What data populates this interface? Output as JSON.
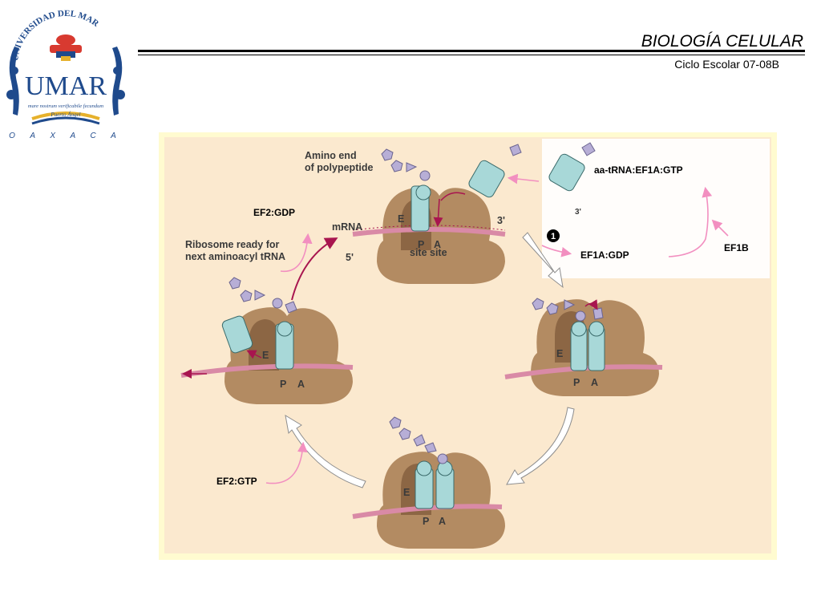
{
  "header": {
    "title": "BIOLOGÍA CELULAR",
    "subtitle": "Ciclo Escolar 07-08B"
  },
  "logo": {
    "arc_text": "UNIVERSIDAD DEL MAR",
    "monogram": "UMAR",
    "motto": "mare nostrum verificabile fecundum",
    "place": "Puerto Ángel",
    "state": "O A X A C A"
  },
  "diagram": {
    "labels": {
      "amino_end": "Amino end\nof polypeptide",
      "mrna": "mRNA",
      "three_prime": "3'",
      "five_prime": "5'",
      "ribosome_ready": "Ribosome ready for\nnext aminoacyl tRNA",
      "p_site": "P",
      "a_site": "A",
      "e_site": "E",
      "site_site": "site site",
      "step_number": "1",
      "three_prime_partial": "3'"
    },
    "factors": {
      "aa_trna": "aa-tRNA:EF1A:GTP",
      "ef1b": "EF1B",
      "ef1a_gdp": "EF1A:GDP",
      "ef2_gdp": "EF2:GDP",
      "ef2_gtp": "EF2:GTP"
    }
  },
  "colors": {
    "panel": "#fbe9cf",
    "frame": "#fffbd0",
    "ribosome": "#b38b62",
    "trna": "#a8d8d8",
    "mrna": "#d98aa6",
    "arrow": "#f28fc0",
    "peptide": "#b7aed6"
  }
}
